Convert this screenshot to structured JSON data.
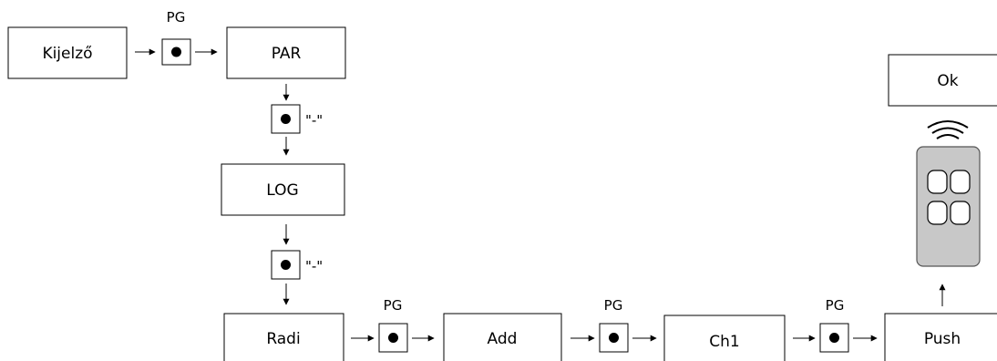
{
  "boxes": {
    "kijelzo": "Kijelző",
    "par": "PAR",
    "log": "LOG",
    "radi": "Radi",
    "add": "Add",
    "ch1": "Ch1",
    "push": "Push",
    "ok": "Ok"
  },
  "button_labels": {
    "pg": "PG",
    "minus": "\"-\""
  },
  "icons": {
    "button": "push-button-icon",
    "remote": "remote-control-icon",
    "signal": "wireless-signal-icon"
  },
  "colors": {
    "remote_body": "#c8c8c8",
    "line": "#000000"
  }
}
